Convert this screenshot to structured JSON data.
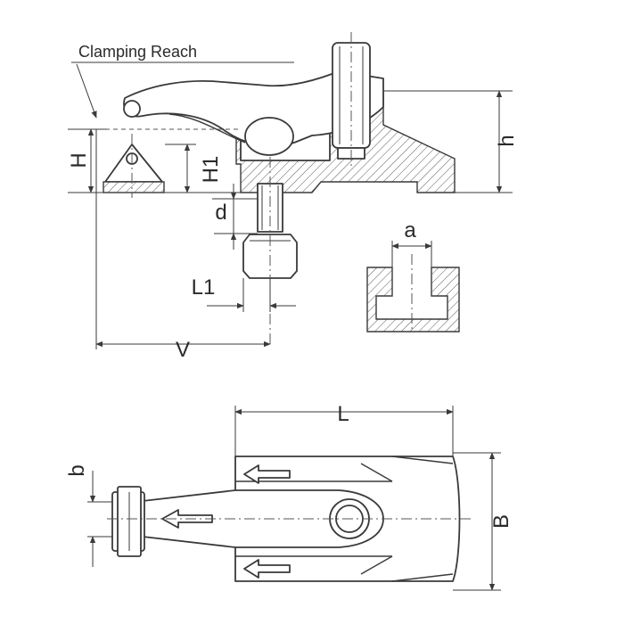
{
  "labels": {
    "clamping_reach": "Clamping Reach",
    "H": "H",
    "H1": "H1",
    "h": "h",
    "d": "d",
    "a": "a",
    "L1": "L1",
    "V": "V",
    "L": "L",
    "b": "b",
    "B": "B"
  },
  "colors": {
    "line": "#3a3a3a",
    "background": "#ffffff"
  }
}
